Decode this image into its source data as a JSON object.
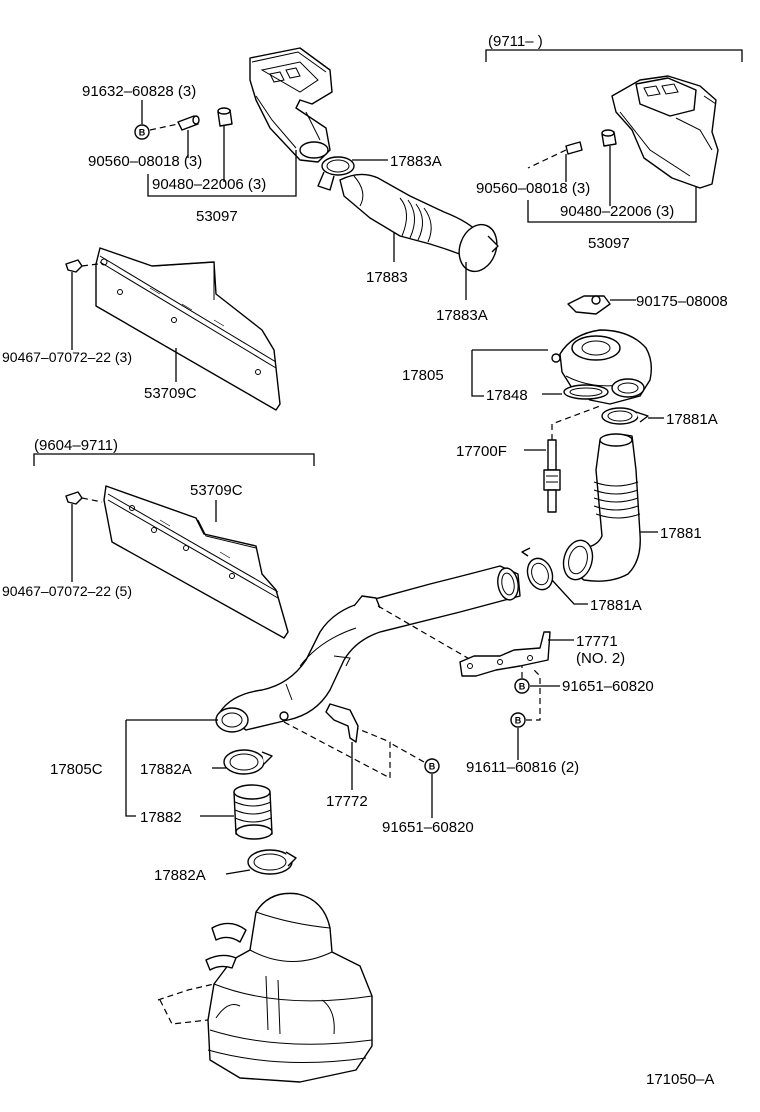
{
  "diagram": {
    "figure_id": "171050–A",
    "date_ranges": {
      "upper_right": "(9711–          )",
      "left_middle": "(9604–9711)"
    },
    "labels": {
      "p91632": "91632–60828 (3)",
      "p90560_left": "90560–08018 (3)",
      "p90480_left": "90480–22006 (3)",
      "p53097_left": "53097",
      "p17883A_top": "17883A",
      "p17883": "17883",
      "p17883A_bottom": "17883A",
      "p90560_right": "90560–08018 (3)",
      "p90480_right": "90480–22006 (3)",
      "p53097_right": "53097",
      "p90175": "90175–08008",
      "p17805": "17805",
      "p17848": "17848",
      "p17881A_top": "17881A",
      "p17700F": "17700F",
      "p17881": "17881",
      "p17881A_bottom": "17881A",
      "p90467_a": "90467–07072–22 (3)",
      "p53709C_a": "53709C",
      "p53709C_b": "53709C",
      "p90467_b": "90467–07072–22 (5)",
      "p17771": "17771",
      "p17771_no": "(NO. 2)",
      "p91651_a": "91651–60820",
      "p91611": "91611–60816 (2)",
      "p17805C": "17805C",
      "p17882A_top": "17882A",
      "p17882": "17882",
      "p17882A_bottom": "17882A",
      "p17772": "17772",
      "p91651_b": "91651–60820"
    },
    "bolt_marker": "B"
  }
}
